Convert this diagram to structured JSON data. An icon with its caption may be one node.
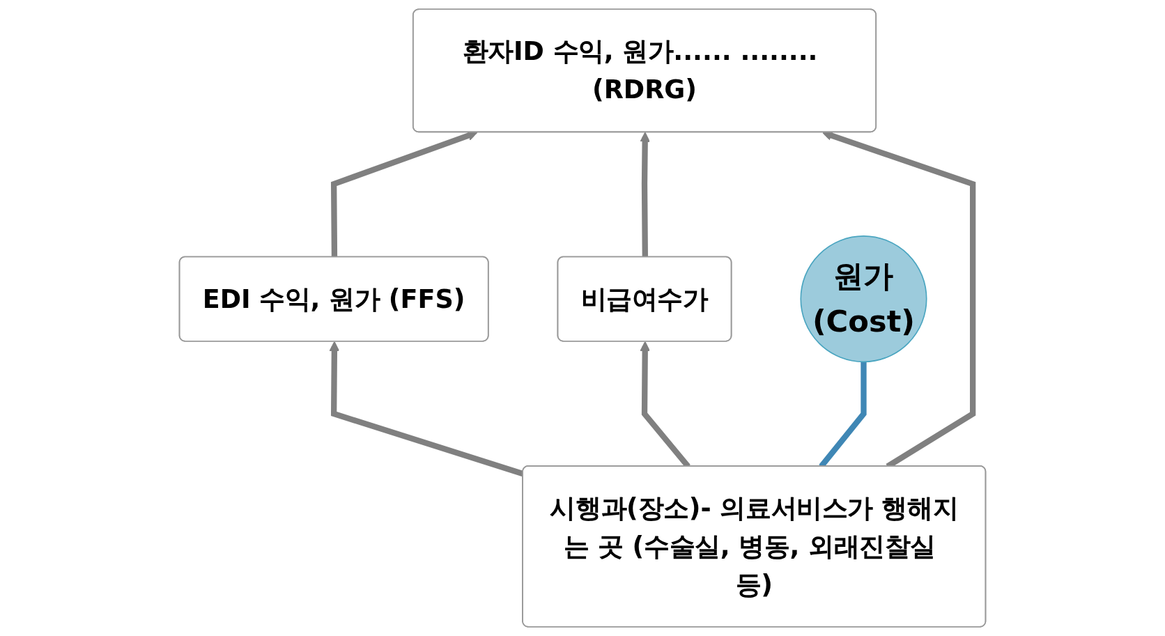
{
  "diagram": {
    "nodes": [
      {
        "text": [
          "환자ID 수익, 원가...... ........ (RDRG)"
        ]
      },
      {
        "text": [
          "EDI 수익, 원가 (FFS)"
        ]
      },
      {
        "text": [
          "비급여수가"
        ]
      },
      {
        "text": [
          "시행과(장소)- 의료서비스가 행해지는 곳 (수술실, 병동, 외래진찰실 등)"
        ]
      },
      {
        "text": [
          "원가",
          "(Cost)"
        ]
      }
    ],
    "edges": [
      {
        "from": 1,
        "to": 0,
        "arrow": "to"
      },
      {
        "from": 2,
        "to": 0,
        "arrow": "to"
      },
      {
        "from": 3,
        "to": 0,
        "arrow": "to"
      },
      {
        "from": 3,
        "to": 1,
        "arrow": "to"
      },
      {
        "from": 3,
        "to": 2,
        "arrow": "to"
      },
      {
        "from": 3,
        "to": 4,
        "arrow": "none",
        "color": "#3f87b5"
      }
    ]
  }
}
